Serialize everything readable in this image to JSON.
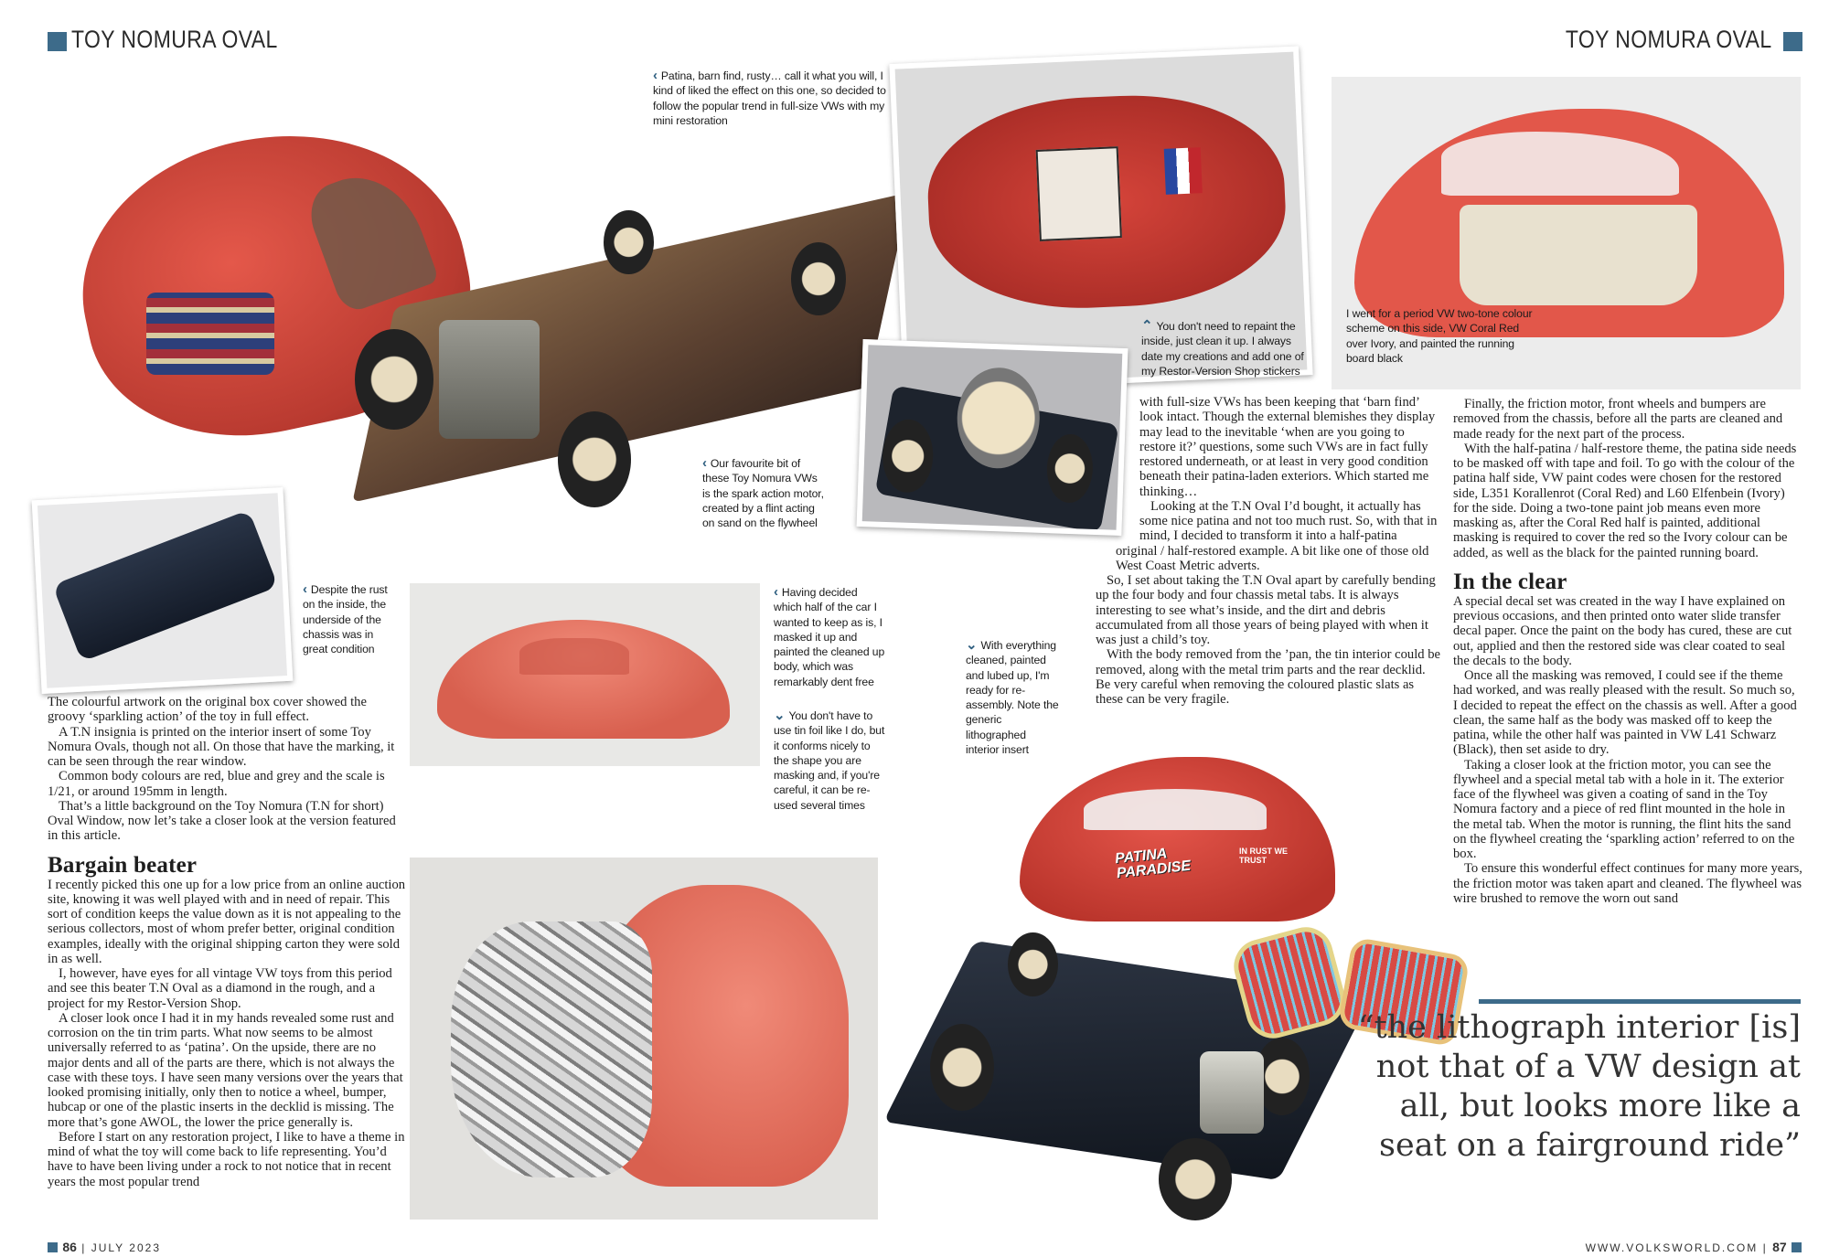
{
  "header": {
    "left_title": "TOY NOMURA OVAL",
    "right_title": "TOY NOMURA OVAL",
    "accent": "#3d6b8a"
  },
  "left_column": {
    "intro": [
      "The colourful artwork on the original box cover showed the groovy ‘sparkling action’ of the toy in full effect.",
      "A T.N insignia is printed on the interior insert of some Toy Nomura Ovals, though not all. On those that have the marking, it can be seen through the rear window.",
      "Common body colours are red, blue and grey and the scale is 1/21, or around 195mm in length.",
      "That’s a little background on the Toy Nomura (T.N for short) Oval Window, now let’s take a closer look at the version featured in this article."
    ],
    "heading": "Bargain beater",
    "paragraphs": [
      "I recently picked this one up for a low price from an online auction site, knowing it was well played with and in need of repair. This sort of condition keeps the value down as it is not appealing to the serious collectors, most of whom prefer better, original condition examples, ideally with the original shipping carton they were sold in as well.",
      "I, however, have eyes for all vintage VW toys from this period and see this beater T.N Oval as a diamond in the rough, and a project for my Restor-Version Shop.",
      "A closer look once I had it in my hands revealed some rust and corrosion on the tin trim parts. What now seems to be almost universally referred to as ‘patina’. On the upside, there are no major dents and all of the parts are there, which is not always the case with these toys. I have seen many versions over the years that looked promising initially, only then to notice a wheel, bumper, hubcap or one of the plastic inserts in the decklid is missing. The more that’s gone AWOL, the lower the price generally is.",
      "Before I start on any restoration project, I like to have a theme in mind of what the toy will come back to life representing. You’d have to have been living under a rock to not notice that in recent years the most popular trend"
    ]
  },
  "middle_column": {
    "paragraphs": [
      "with full-size VWs has been keeping that ‘barn find’ look intact. Though the external blemishes they display may lead to the inevitable ‘when are you going to restore it?’ questions, some such VWs are in fact fully restored underneath, or at least in very good condition beneath their patina-laden exteriors. Which started me thinking…",
      "Looking at the T.N Oval I’d bought, it actually has some nice patina and not too much rust. So, with that in mind, I decided to transform it into a half-patina original / half-restored example. A bit like one of those old West Coast Metric adverts.",
      "So, I set about taking the T.N Oval apart by carefully bending up the four body and four chassis metal tabs. It is always interesting to see what’s inside, and the dirt and debris accumulated from all those years of being played with when it was just a child’s toy.",
      "With the body removed from the ’pan, the tin interior could be removed, along with the metal trim parts and the rear decklid. Be very careful when removing the coloured plastic slats as these can be very fragile."
    ]
  },
  "right_column": {
    "paragraphs_top": [
      "Finally, the friction motor, front wheels and bumpers are removed from the chassis, before all the parts are cleaned and made ready for the next part of the process.",
      "With the half-patina / half-restore theme, the patina side needs to be masked off with tape and foil. To go with the colour of the patina half side, VW paint codes were chosen for the restored side, L351 Korallenrot (Coral Red) and L60 Elfenbein (Ivory) for the side. Doing a two-tone paint job means even more masking as, after the Coral Red half is painted, additional masking is required to cover the red so the Ivory colour can be added, as well as the black for the painted running board."
    ],
    "heading": "In the clear",
    "paragraphs": [
      "A special decal set was created in the way I have explained on previous occasions, and then printed onto water slide transfer decal paper. Once the paint on the body has cured, these are cut out, applied and then the restored side was clear coated to seal the decals to the body.",
      "Once all the masking was removed, I could see if the theme had worked, and was really pleased with the result. So much so, I decided to repeat the effect on the chassis as well. After a good clean, the same half as the body was masked off to keep the patina, while the other half was painted in VW L41 Schwarz (Black), then set aside to dry.",
      "Taking a closer look at the friction motor, you can see the flywheel and a special metal tab with a hole in it. The exterior face of the flywheel was given a coating of sand in the Toy Nomura factory and a piece of red flint mounted in the hole in the metal tab. When the motor is running, the flint hits the sand on the flywheel creating the ‘sparkling action’ referred to on the box.",
      "To ensure this wonderful effect continues for many more years, the friction motor was taken apart and cleaned. The flywheel was wire brushed to remove the worn out sand"
    ]
  },
  "captions": {
    "patina": "Patina, barn find, rusty… call it what you will, I kind of liked the effect on this one, so decided to follow the popular trend in full-size VWs with my mini restoration",
    "favourite": "Our favourite bit of these Toy Nomura VWs is the spark action motor, created by a flint acting on sand on the flywheel",
    "despite": "Despite the rust on the inside, the underside of the chassis was in great condition",
    "having_decided": "Having decided which half of the car I wanted to keep as is, I masked it up and painted the cleaned up body, which was remarkably dent free",
    "tin_foil": "You don't have to use tin foil like I do, but it conforms nicely to the shape you are masking and, if you're careful, it can be re-used several times",
    "with_everything": "With everything cleaned, painted and lubed up, I'm ready for re-assembly. Note the generic lithographed interior insert",
    "repaint": "You don't need to repaint the inside, just clean it up. I always date my creations and add one of my Restor-Version Shop stickers",
    "period_vw": "I went for a period VW two-tone colour scheme on this side, VW Coral Red over Ivory, and painted the running board black"
  },
  "photo_text": {
    "decal_line1": "PATINA",
    "decal_line2": "PARADISE",
    "decal_side": "IN RUST WE TRUST"
  },
  "pull_quote": "“the lithograph interior [is] not that of a VW design at all, but looks more like a seat on a fairground ride”",
  "footer": {
    "left_page": "86",
    "left_date": "JULY 2023",
    "right_site": "WWW.VOLKSWORLD.COM",
    "right_page": "87",
    "separator": "|"
  }
}
